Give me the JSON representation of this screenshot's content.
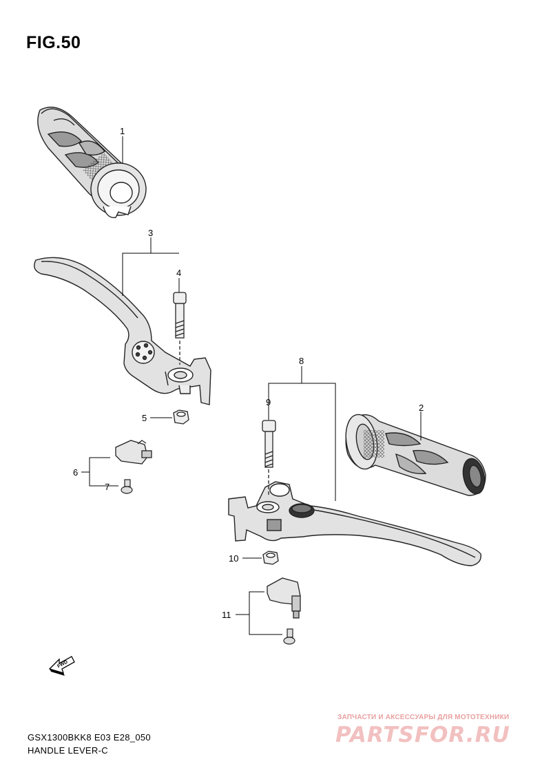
{
  "figure": {
    "title": "FIG.50",
    "model_code": "GSX1300BKK8 E03 E28_050",
    "caption": "HANDLE LEVER-C"
  },
  "callouts": [
    "1",
    "2",
    "3",
    "4",
    "5",
    "6",
    "7",
    "8",
    "9",
    "10",
    "11"
  ],
  "fwd_label": "FWD",
  "watermark": {
    "tagline": "ЗАПЧАСТИ И АКСЕССУАРЫ ДЛЯ МОТОТЕХНИКИ",
    "logo": "PARTSFOR.RU"
  }
}
